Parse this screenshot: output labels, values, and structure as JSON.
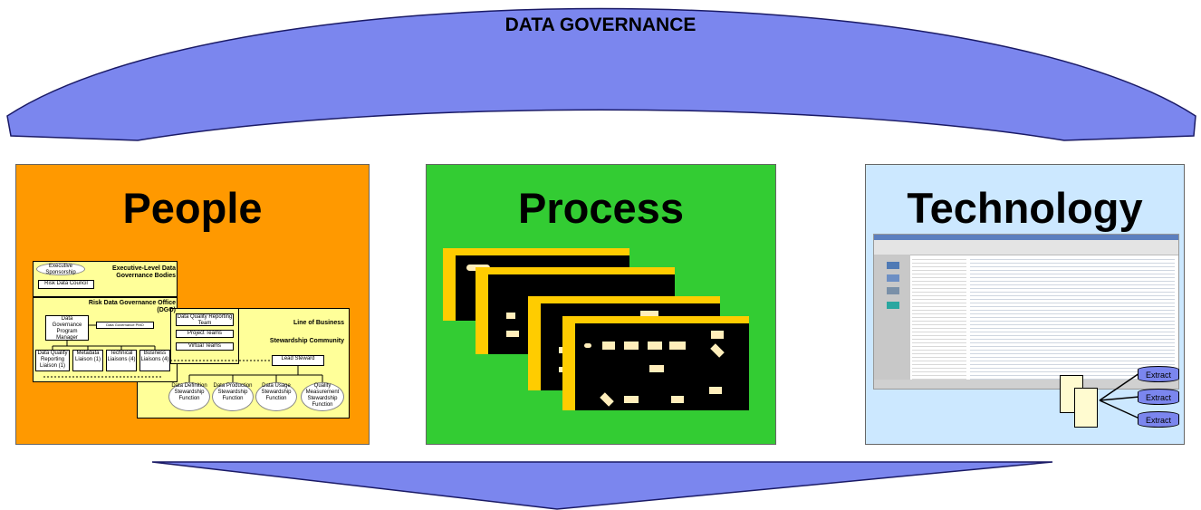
{
  "header": {
    "title": "DATA GOVERNANCE"
  },
  "panels": {
    "people": {
      "title": "People",
      "color": "#ff9900"
    },
    "process": {
      "title": "Process",
      "color": "#33cc33"
    },
    "technology": {
      "title": "Technology",
      "color": "#cce8ff"
    }
  },
  "org_chart": {
    "exec_header": "Executive-Level Data Governance Bodies",
    "exec_sponsorship": "Executive Sponsorship",
    "risk_council": "Risk Data Council",
    "dgo_header": "Risk Data Governance Office (DGO)",
    "dgo_manager": "Data Governance Program Manager",
    "dgo_pmo": "Data Governance PMO",
    "dq_team": "Data Quality Reporting Team",
    "project_teams": "Project Teams",
    "virtual_teams": "Virtual Teams",
    "lob_header": "Line of Business",
    "stewardship_community": "Stewardship Community",
    "lead_steward": "Lead Steward",
    "liaisons": [
      "Data Quality Reporting Liaison (1)",
      "Metadata Liaison (1)",
      "Technical Liaisons (4)",
      "Business Liaisons (4)"
    ],
    "functions": [
      "Data Definition Stewardship Function",
      "Data Production Stewardship Function",
      "Data Usage Stewardship Function",
      "Quality Measurement Stewardship Function"
    ]
  },
  "technology": {
    "extracts": [
      "Extract",
      "Extract",
      "Extract"
    ]
  },
  "colors": {
    "arrow_fill": "#7b86ee",
    "arrow_stroke": "#1a1a66"
  }
}
